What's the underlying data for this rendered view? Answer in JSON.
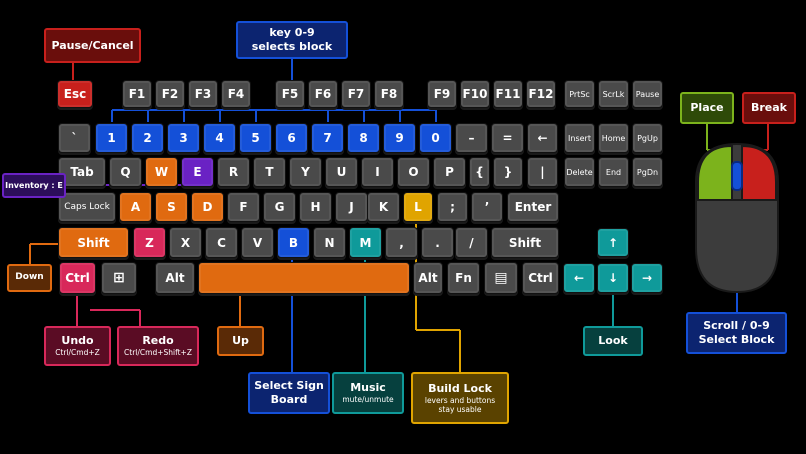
{
  "keys": {
    "esc": "Esc",
    "f1": "F1",
    "f2": "F2",
    "f3": "F3",
    "f4": "F4",
    "f5": "F5",
    "f6": "F6",
    "f7": "F7",
    "f8": "F8",
    "f9": "F9",
    "f10": "F10",
    "f11": "F11",
    "f12": "F12",
    "prtsc": "PrtSc",
    "scrlk": "ScrLk",
    "pause": "Pause",
    "backtick": "`",
    "n1": "1",
    "n2": "2",
    "n3": "3",
    "n4": "4",
    "n5": "5",
    "n6": "6",
    "n7": "7",
    "n8": "8",
    "n9": "9",
    "n0": "0",
    "minus": "–",
    "equals": "=",
    "backspace": "←",
    "insert": "Insert",
    "home": "Home",
    "pgup": "PgUp",
    "tab": "Tab",
    "q": "Q",
    "w": "W",
    "e": "E",
    "r": "R",
    "t": "T",
    "y": "Y",
    "u": "U",
    "i": "I",
    "o": "O",
    "p": "P",
    "lbrace": "{",
    "rbrace": "}",
    "pipe": "|",
    "delete": "Delete",
    "end": "End",
    "pgdn": "PgDn",
    "capslock": "Caps Lock",
    "a": "A",
    "s": "S",
    "d": "D",
    "f": "F",
    "g": "G",
    "h": "H",
    "j": "J",
    "k": "K",
    "l": "L",
    "semicolon": ";",
    "quote": "’",
    "enter": "Enter",
    "lshift": "Shift",
    "z": "Z",
    "x": "X",
    "c": "C",
    "v": "V",
    "b": "B",
    "n": "N",
    "m": "M",
    "comma": ",",
    "period": ".",
    "slash": "/",
    "rshift": "Shift",
    "up": "↑",
    "lctrl": "Ctrl",
    "win": "⊞",
    "lalt": "Alt",
    "space": "",
    "ralt": "Alt",
    "fn": "Fn",
    "menu": "▤",
    "rctrl": "Ctrl",
    "left": "←",
    "down": "↓",
    "right": "→"
  },
  "labels": {
    "pause_cancel": "Pause/Cancel",
    "key09_line1": "key 0-9",
    "key09_line2": "selects block",
    "inventory": "Inventory : E",
    "down": "Down",
    "undo": "Undo",
    "undo_sub": "Ctrl/Cmd+Z",
    "redo": "Redo",
    "redo_sub": "Ctrl/Cmd+Shift+Z",
    "up": "Up",
    "select_sign_line1": "Select Sign",
    "select_sign_line2": "Board",
    "music": "Music",
    "music_sub": "mute/unmute",
    "build_lock": "Build Lock",
    "build_lock_sub1": "levers and buttons",
    "build_lock_sub2": "stay usable",
    "look": "Look",
    "place": "Place",
    "break": "Break",
    "scroll_line1": "Scroll / 0-9",
    "scroll_line2": "Select Block"
  },
  "colors": {
    "blue": "#1450d8",
    "orange": "#e06a10",
    "purple": "#6a22c4",
    "red": "#d8285a",
    "teal": "#0f9a9a",
    "yellow": "#e0a400",
    "crimson": "#c8201c",
    "green": "#7cb31c",
    "gray": "#4a4a4a"
  }
}
